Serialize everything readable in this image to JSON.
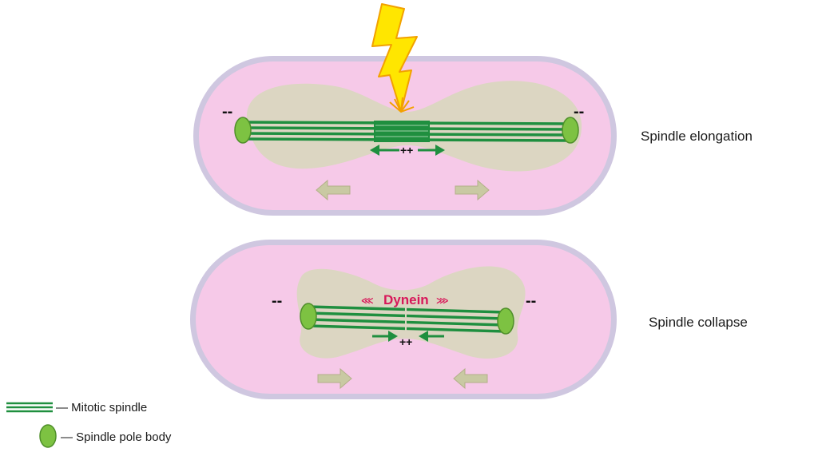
{
  "panels": {
    "elongation": {
      "label": "Spindle elongation",
      "minus_left": "--",
      "minus_right": "--",
      "plus": "++"
    },
    "collapse": {
      "label": "Spindle collapse",
      "minus_left": "--",
      "minus_right": "--",
      "plus": "++",
      "motor_label": "Dynein",
      "motor_arrows_left": "⋘",
      "motor_arrows_right": "⋙"
    }
  },
  "legend": {
    "spindle": "— Mitotic spindle",
    "pole_body": "— Spindle pole body"
  },
  "colors": {
    "cell_wall": "#cfc7e0",
    "cytoplasm": "#f6c9e8",
    "nucleus": "#dcd6c2",
    "spindle": "#1f8f3f",
    "pole_body": "#7dc242",
    "lightning": "#ffe600",
    "dynein": "#d8185a",
    "movement_arrow": "#c9c9a3"
  }
}
